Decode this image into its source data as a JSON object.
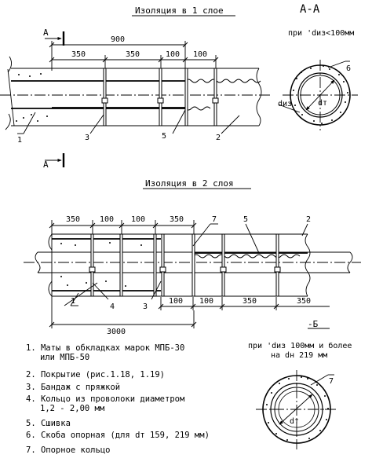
{
  "titles": {
    "layer1": "Изоляция в 1 слое",
    "layer2": "Изоляция в 2 слоя",
    "section_aa": "А-А",
    "section_b": "-Б"
  },
  "section_marks": {
    "top": "А",
    "bottom": "А"
  },
  "section_a_note": "при 'dиз<100мм",
  "section_b_note": {
    "line1": "при 'dиз 100мм и более",
    "line2": "на dн 219 мм"
  },
  "symbols": {
    "d_iz": "dиз",
    "d_t": "dт"
  },
  "dims_top": {
    "overall": "900",
    "seg1": "350",
    "seg2": "350",
    "seg3": "100",
    "seg4": "100"
  },
  "dims_bottom_upper": {
    "seg1": "350",
    "seg2": "100",
    "seg3": "100",
    "seg4": "350"
  },
  "dims_bottom_lower": {
    "seg1": "100",
    "seg2": "100",
    "seg3": "350",
    "seg4": "350"
  },
  "dims_overall_bottom": "3000",
  "callouts": {
    "top": [
      "1",
      "3",
      "5",
      "2"
    ],
    "section_a": "6",
    "bottom_upper": [
      "7",
      "5",
      "2"
    ],
    "bottom_lower": [
      "1",
      "4",
      "3"
    ],
    "section_b": "7"
  },
  "legend": [
    {
      "line1": "1. Маты в обкладках марок МПБ-30",
      "line2": "или МПБ-50"
    },
    {
      "line1": "2. Покрытие (рис.1.18, 1.19)",
      "line2": ""
    },
    {
      "line1": "3. Бандаж с пряжкой",
      "line2": ""
    },
    {
      "line1": "4. Кольцо из проволоки диаметром",
      "line2": "1,2 - 2,00 мм"
    },
    {
      "line1": "5. Сшивка",
      "line2": ""
    },
    {
      "line1": "6. Скоба опорная (для dт 159, 219 мм)",
      "line2": ""
    },
    {
      "line1": "7. Опорное кольцо",
      "line2": ""
    }
  ]
}
